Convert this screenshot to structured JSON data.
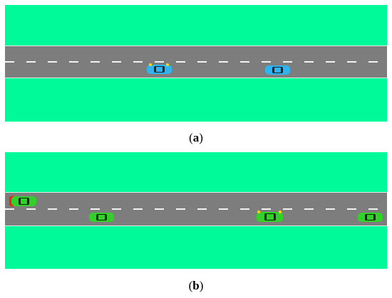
{
  "figure": {
    "panels": [
      {
        "label": "a",
        "cars": [
          {
            "color": "#2fb4f0",
            "lights": "front"
          },
          {
            "color": "#2fb4f0",
            "lights": "none"
          }
        ]
      },
      {
        "label": "b",
        "cars": [
          {
            "color": "#32d028",
            "lights": "brake"
          },
          {
            "color": "#32d028",
            "lights": "none"
          },
          {
            "color": "#32d028",
            "lights": "front"
          },
          {
            "color": "#32d028",
            "lights": "none"
          }
        ]
      }
    ],
    "colors": {
      "grass": "#00fa9a",
      "road": "#7d7d7d",
      "lane_marking": "#f2f2f2",
      "indicator_light": "#ffd700",
      "brake_light": "#e8261a"
    }
  }
}
